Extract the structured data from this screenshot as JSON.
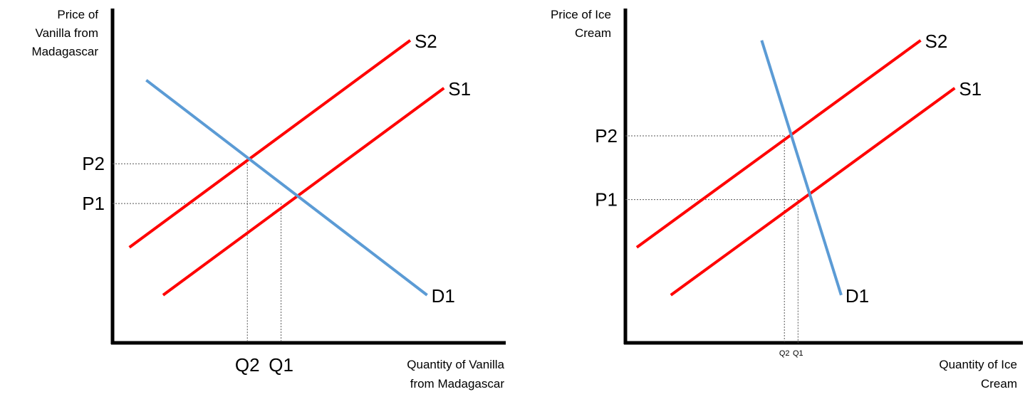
{
  "chart_data": [
    {
      "type": "line",
      "title": "",
      "ylabel": [
        "Price of",
        "Vanilla from",
        "Madagascar"
      ],
      "xlabel": [
        "Quantity of Vanilla",
        "from Madagascar"
      ],
      "y_ticks": [
        "P2",
        "P1"
      ],
      "x_ticks": [
        "Q2",
        "Q1"
      ],
      "series": [
        {
          "name": "S2",
          "color": "#ff0000",
          "x": [
            0.15,
            2.65
          ],
          "y": [
            1.2,
            3.8
          ]
        },
        {
          "name": "S1",
          "color": "#ff0000",
          "x": [
            0.45,
            2.95
          ],
          "y": [
            0.6,
            3.2
          ]
        },
        {
          "name": "D1",
          "color": "#5b9bd5",
          "x": [
            0.3,
            2.8
          ],
          "y": [
            3.3,
            0.6
          ]
        }
      ],
      "equilibria": [
        {
          "label_p": "P2",
          "label_q": "Q2",
          "x": 1.2,
          "y": 2.25
        },
        {
          "label_p": "P1",
          "label_q": "Q1",
          "x": 1.5,
          "y": 1.75
        }
      ],
      "xlim": [
        0,
        3.5
      ],
      "ylim": [
        0,
        4.2
      ],
      "grid": false,
      "legend": "none"
    },
    {
      "type": "line",
      "title": "",
      "ylabel": [
        "Price of Ice",
        "Cream"
      ],
      "xlabel": [
        "Quantity of Ice",
        "Cream"
      ],
      "y_ticks": [
        "P2",
        "P1"
      ],
      "x_ticks": [
        "Q2",
        "Q1"
      ],
      "series": [
        {
          "name": "S2",
          "color": "#ff0000",
          "x": [
            0.1,
            2.6
          ],
          "y": [
            1.2,
            3.8
          ]
        },
        {
          "name": "S1",
          "color": "#ff0000",
          "x": [
            0.4,
            2.9
          ],
          "y": [
            0.6,
            3.2
          ]
        },
        {
          "name": "D1",
          "color": "#5b9bd5",
          "x": [
            1.2,
            1.9
          ],
          "y": [
            3.8,
            0.6
          ]
        }
      ],
      "equilibria": [
        {
          "label_p": "P2",
          "label_q": "Q2",
          "x": 1.4,
          "y": 2.6
        },
        {
          "label_p": "P1",
          "label_q": "Q1",
          "x": 1.52,
          "y": 1.8
        }
      ],
      "xlim": [
        0,
        3.5
      ],
      "ylim": [
        0,
        4.2
      ],
      "grid": false,
      "legend": "none"
    }
  ]
}
